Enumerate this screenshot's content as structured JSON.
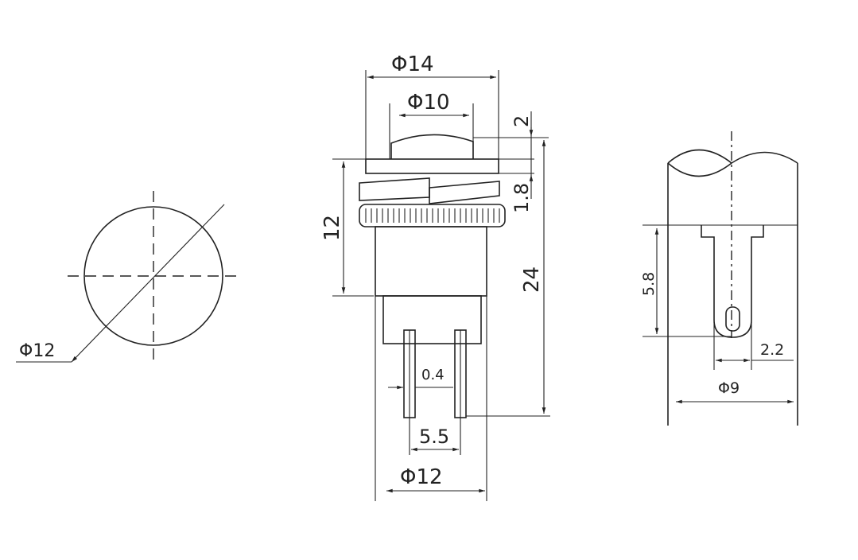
{
  "front_view": {
    "diameter_label": "Φ12"
  },
  "side_view": {
    "flange_diameter": "Φ14",
    "button_diameter": "Φ10",
    "button_height": "2",
    "nut_thickness": "1.8",
    "body_length": "12",
    "overall_length": "24",
    "pin_thickness": "0.4",
    "pin_spacing": "5.5",
    "body_diameter": "Φ12"
  },
  "terminal_view": {
    "terminal_length": "5.8",
    "terminal_width": "2.2",
    "outer_diameter": "Φ9"
  }
}
